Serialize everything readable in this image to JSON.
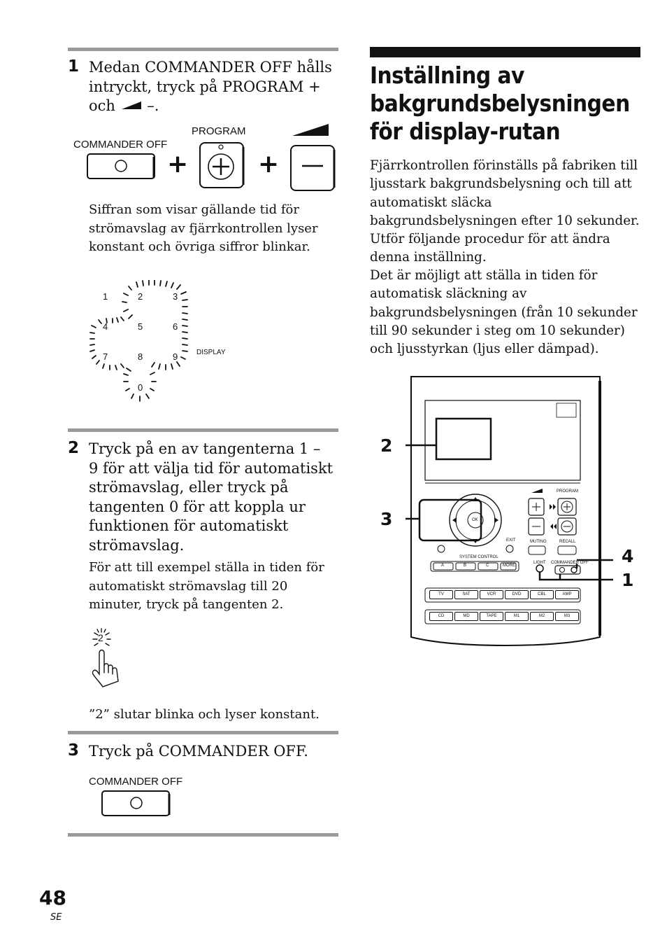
{
  "step1": {
    "number": "1",
    "text_a": "Medan COMMANDER OFF hålls intryckt, tryck på PROGRAM + och",
    "text_b": " –.",
    "label_commander_off": "COMMANDER OFF",
    "label_program": "PROGRAM",
    "plus": "+",
    "desc": "Siffran som visar gällande tid för strömavslag av fjärrkontrollen lyser konstant och övriga siffror blinkar.",
    "digits": [
      "1",
      "2",
      "3",
      "4",
      "5",
      "6",
      "7",
      "8",
      "9",
      "0"
    ],
    "display_label": "DISPLAY"
  },
  "step2": {
    "number": "2",
    "text": "Tryck på en av tangenterna 1 – 9 för att välja tid för automatiskt strömavslag, eller tryck på tangenten 0 för att koppla ur funktionen för automatiskt strömavslag.",
    "desc": "För att till exempel ställa in tiden för automatiskt strömavslag till 20 minuter, tryck på tangenten 2.",
    "key_digit": "2",
    "result": "”2” slutar blinka och lyser konstant."
  },
  "step3": {
    "number": "3",
    "text": "Tryck på COMMANDER OFF.",
    "label_commander_off": "COMMANDER OFF"
  },
  "section": {
    "title": "Inställning av bakgrundsbelysningen för display-rutan",
    "para1": "Fjärrkontrollen förinställs på fabriken till ljusstark bakgrundsbelysning och till att automatiskt släcka bakgrundsbelysningen efter 10 sekunder. Utför följande procedur för att ändra denna inställning.",
    "para2": "Det är möjligt att ställa in tiden för automatisk släckning av bakgrundsbelysningen (från 10 sekunder till 90 sekunder i steg om 10 sekunder) och ljusstyrkan (ljus eller dämpad)."
  },
  "remote": {
    "callouts": [
      "2",
      "3",
      "4",
      "1"
    ],
    "ok": "OK",
    "program": "PROGRAM",
    "exit": "EXIT",
    "muting": "MUTING",
    "recall": "RECALL",
    "system_control": "SYSTEM CONTROL",
    "sys_buttons": [
      "A",
      "B",
      "C",
      "MORE"
    ],
    "light": "LIGHT",
    "commander_off": "COMMANDER OFF",
    "row1": [
      "TV",
      "SAT",
      "VCR",
      "DVD",
      "CBL",
      "AMP"
    ],
    "row2": [
      "CD",
      "MD",
      "TAPE",
      "M1",
      "M2",
      "M3"
    ]
  },
  "footer": {
    "page_number": "48",
    "lang": "SE"
  }
}
